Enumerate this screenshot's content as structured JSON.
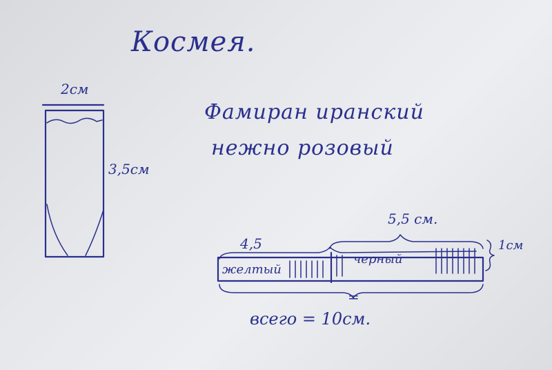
{
  "title": "Космея.",
  "material": {
    "line1": "Фамиран иранский",
    "line2": "нежно розовый"
  },
  "petal_template": {
    "width_label": "2см",
    "height_label": "3,5см"
  },
  "strip": {
    "left_length_label": "4,5",
    "right_length_label": "5,5 см.",
    "height_label": "1см",
    "segment_left_label": "желтый",
    "segment_right_label": "черный",
    "equals": "=",
    "total_label": "всего = 10см."
  }
}
